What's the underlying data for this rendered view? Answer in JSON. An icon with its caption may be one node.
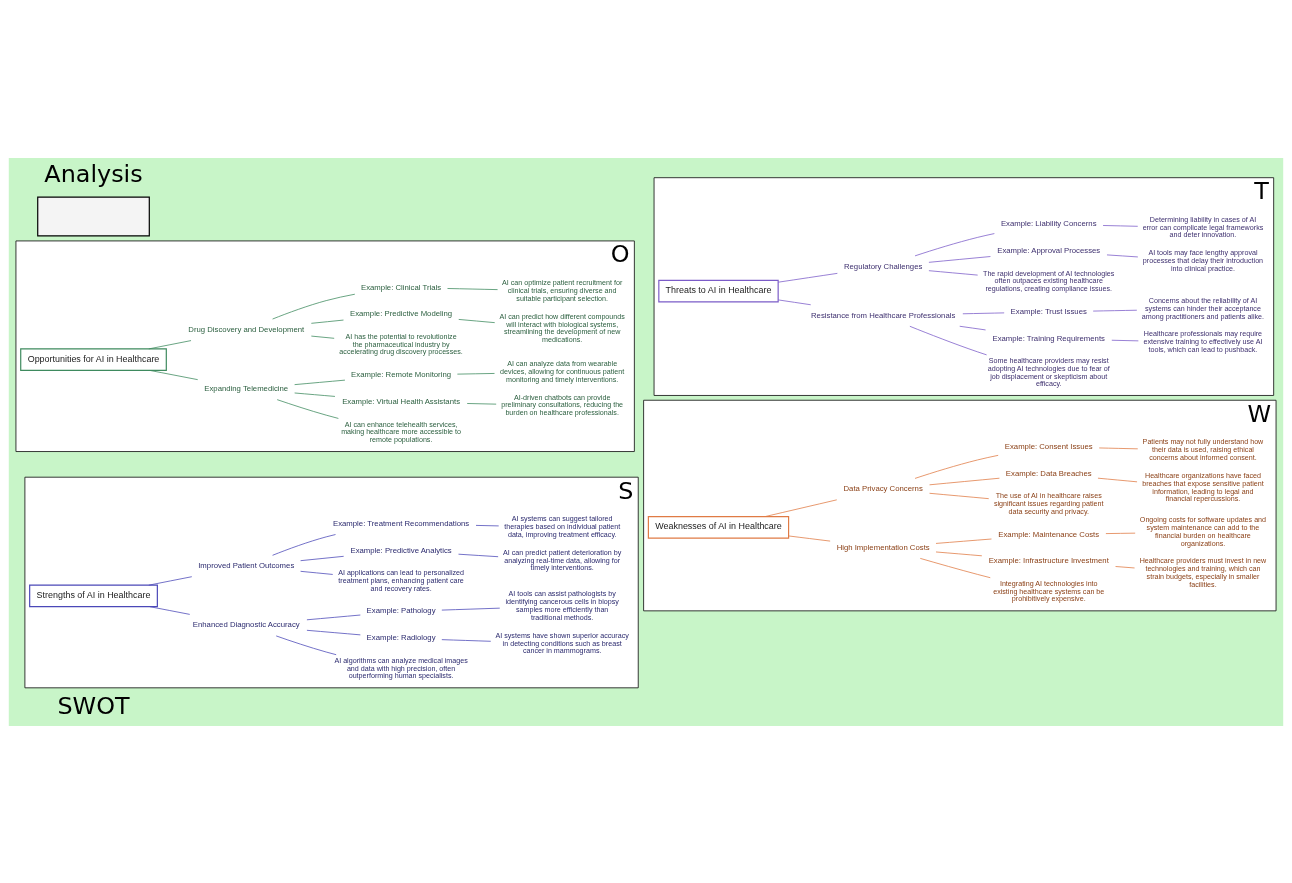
{
  "diagram": {
    "nodes": [
      {
        "text": [
          "S"
        ]
      },
      {
        "text": [
          "Strengths of AI in Healthcare"
        ],
        "in": 0
      },
      {
        "text": [
          "Enhanced Diagnostic Accuracy"
        ],
        "in": 0
      },
      {
        "text": [
          "AI algorithms can analyze medical images and data with high precision, often outperforming human specialists."
        ],
        "in": 0
      },
      {
        "text": [
          "Example: Radiology"
        ],
        "in": 0
      },
      {
        "text": [
          "AI systems have shown superior accuracy in detecting conditions such as breast cancer in mammograms."
        ],
        "in": 0
      },
      {
        "text": [
          "Example: Pathology"
        ],
        "in": 0
      },
      {
        "text": [
          "AI tools can assist pathologists by identifying cancerous cells in biopsy samples more efficiently than traditional methods."
        ],
        "in": 0
      },
      {
        "text": [
          "Improved Patient Outcomes"
        ],
        "in": 0
      },
      {
        "text": [
          "AI applications can lead to personalized treatment plans, enhancing patient care and recovery rates."
        ],
        "in": 0
      },
      {
        "text": [
          "Example: Predictive Analytics"
        ],
        "in": 0
      },
      {
        "text": [
          "AI can predict patient deterioration by analyzing real-time data, allowing for timely interventions."
        ],
        "in": 0
      },
      {
        "text": [
          "Example: Treatment Recommendations"
        ],
        "in": 0
      },
      {
        "text": [
          "AI systems can suggest tailored therapies based on individual patient data, improving treatment efficacy."
        ],
        "in": 0
      },
      {
        "text": [
          "W"
        ]
      },
      {
        "text": [
          "Weaknesses of AI in Healthcare"
        ],
        "in": 14
      },
      {
        "text": [
          "High Implementation Costs"
        ],
        "in": 14
      },
      {
        "text": [
          "Integrating AI technologies into existing healthcare systems can be prohibitively expensive."
        ],
        "in": 14
      },
      {
        "text": [
          "Example: Infrastructure Investment"
        ],
        "in": 14
      },
      {
        "text": [
          "Healthcare providers must invest in new technologies and training, which can strain budgets, especially in smaller facilities."
        ],
        "in": 14
      },
      {
        "text": [
          "Example: Maintenance Costs"
        ],
        "in": 14
      },
      {
        "text": [
          "Ongoing costs for software updates and system maintenance can add to the financial burden on healthcare organizations."
        ],
        "in": 14
      },
      {
        "text": [
          "Data Privacy Concerns"
        ],
        "in": 14
      },
      {
        "text": [
          "The use of AI in healthcare raises significant issues regarding patient data security and privacy."
        ],
        "in": 14
      },
      {
        "text": [
          "Example: Data Breaches"
        ],
        "in": 14
      },
      {
        "text": [
          "Healthcare organizations have faced breaches that expose sensitive patient information, leading to legal and financial repercussions."
        ],
        "in": 14
      },
      {
        "text": [
          "Example: Consent Issues"
        ],
        "in": 14
      },
      {
        "text": [
          "Patients may not fully understand how their data is used, raising ethical concerns about informed consent."
        ],
        "in": 14
      },
      {
        "text": [
          "O"
        ]
      },
      {
        "text": [
          "Opportunities for AI in Healthcare"
        ],
        "in": 28
      },
      {
        "text": [
          "Expanding Telemedicine"
        ],
        "in": 28
      },
      {
        "text": [
          "AI can enhance telehealth services, making healthcare more accessible to remote populations."
        ],
        "in": 28
      },
      {
        "text": [
          "Example: Virtual Health Assistants"
        ],
        "in": 28
      },
      {
        "text": [
          "AI-driven chatbots can provide preliminary consultations, reducing the burden on healthcare professionals."
        ],
        "in": 28
      },
      {
        "text": [
          "Example: Remote Monitoring"
        ],
        "in": 28
      },
      {
        "text": [
          "AI can analyze data from wearable devices, allowing for continuous patient monitoring and timely interventions."
        ],
        "in": 28
      },
      {
        "text": [
          "Drug Discovery and Development"
        ],
        "in": 28
      },
      {
        "text": [
          "AI has the potential to revolutionize the pharmaceutical industry by accelerating drug discovery processes."
        ],
        "in": 28
      },
      {
        "text": [
          "Example: Predictive Modeling"
        ],
        "in": 28
      },
      {
        "text": [
          "AI can predict how different compounds will interact with biological systems, streamlining the development of new medications."
        ],
        "in": 28
      },
      {
        "text": [
          "Example: Clinical Trials"
        ],
        "in": 28
      },
      {
        "text": [
          "AI can optimize patient recruitment for clinical trials, ensuring diverse and suitable participant selection."
        ],
        "in": 28
      },
      {
        "text": [
          "T"
        ]
      },
      {
        "text": [
          "Threats to AI in Healthcare"
        ],
        "in": 42
      },
      {
        "text": [
          "Resistance from Healthcare Professionals"
        ],
        "in": 42
      },
      {
        "text": [
          "Some healthcare providers may resist adopting AI technologies due to fear of job displacement or skepticism about efficacy."
        ],
        "in": 42
      },
      {
        "text": [
          "Example: Training Requirements"
        ],
        "in": 42
      },
      {
        "text": [
          "Healthcare professionals may require extensive training to effectively use AI tools, which can lead to pushback."
        ],
        "in": 42
      },
      {
        "text": [
          "Example: Trust Issues"
        ],
        "in": 42
      },
      {
        "text": [
          "Concerns about the reliability of AI systems can hinder their acceptance among practitioners and patients alike."
        ],
        "in": 42
      },
      {
        "text": [
          "Regulatory Challenges"
        ],
        "in": 42
      },
      {
        "text": [
          "The rapid development of AI technologies often outpaces existing healthcare regulations, creating compliance issues."
        ],
        "in": 42
      },
      {
        "text": [
          "Example: Approval Processes"
        ],
        "in": 42
      },
      {
        "text": [
          "AI tools may face lengthy approval processes that delay their introduction into clinical practice."
        ],
        "in": 42
      },
      {
        "text": [
          "Example: Liability Concerns"
        ],
        "in": 42
      },
      {
        "text": [
          "Determining liability in cases of AI error can complicate legal frameworks and deter innovation."
        ],
        "in": 42
      },
      {
        "text": [],
        "shape": "box"
      }
    ],
    "edges": [
      {
        "from": 1,
        "to": 2,
        "arrow": "none",
        "color": "#4b48b8"
      },
      {
        "from": 1,
        "to": 8,
        "arrow": "none",
        "color": "#4b48b8"
      },
      {
        "from": 2,
        "to": 3,
        "arrow": "none",
        "color": "#4b48b8"
      },
      {
        "from": 2,
        "to": 4,
        "arrow": "none",
        "color": "#4b48b8"
      },
      {
        "from": 2,
        "to": 6,
        "arrow": "none",
        "color": "#4b48b8"
      },
      {
        "from": 4,
        "to": 5,
        "arrow": "none",
        "color": "#4b48b8"
      },
      {
        "from": 6,
        "to": 7,
        "arrow": "none",
        "color": "#4b48b8"
      },
      {
        "from": 8,
        "to": 9,
        "arrow": "none",
        "color": "#4b48b8"
      },
      {
        "from": 8,
        "to": 10,
        "arrow": "none",
        "color": "#4b48b8"
      },
      {
        "from": 8,
        "to": 12,
        "arrow": "none",
        "color": "#4b48b8"
      },
      {
        "from": 10,
        "to": 11,
        "arrow": "none",
        "color": "#4b48b8"
      },
      {
        "from": 12,
        "to": 13,
        "arrow": "none",
        "color": "#4b48b8"
      },
      {
        "from": 15,
        "to": 16,
        "arrow": "none",
        "color": "#e07b45"
      },
      {
        "from": 15,
        "to": 22,
        "arrow": "none",
        "color": "#e07b45"
      },
      {
        "from": 16,
        "to": 17,
        "arrow": "none",
        "color": "#e07b45"
      },
      {
        "from": 16,
        "to": 18,
        "arrow": "none",
        "color": "#e07b45"
      },
      {
        "from": 16,
        "to": 20,
        "arrow": "none",
        "color": "#e07b45"
      },
      {
        "from": 18,
        "to": 19,
        "arrow": "none",
        "color": "#e07b45"
      },
      {
        "from": 20,
        "to": 21,
        "arrow": "none",
        "color": "#e07b45"
      },
      {
        "from": 22,
        "to": 23,
        "arrow": "none",
        "color": "#e07b45"
      },
      {
        "from": 22,
        "to": 24,
        "arrow": "none",
        "color": "#e07b45"
      },
      {
        "from": 22,
        "to": 26,
        "arrow": "none",
        "color": "#e07b45"
      },
      {
        "from": 24,
        "to": 25,
        "arrow": "none",
        "color": "#e07b45"
      },
      {
        "from": 26,
        "to": 27,
        "arrow": "none",
        "color": "#e07b45"
      },
      {
        "from": 29,
        "to": 30,
        "arrow": "none",
        "color": "#3e8a5e"
      },
      {
        "from": 29,
        "to": 36,
        "arrow": "none",
        "color": "#3e8a5e"
      },
      {
        "from": 30,
        "to": 31,
        "arrow": "none",
        "color": "#3e8a5e"
      },
      {
        "from": 30,
        "to": 32,
        "arrow": "none",
        "color": "#3e8a5e"
      },
      {
        "from": 30,
        "to": 34,
        "arrow": "none",
        "color": "#3e8a5e"
      },
      {
        "from": 32,
        "to": 33,
        "arrow": "none",
        "color": "#3e8a5e"
      },
      {
        "from": 34,
        "to": 35,
        "arrow": "none",
        "color": "#3e8a5e"
      },
      {
        "from": 36,
        "to": 37,
        "arrow": "none",
        "color": "#3e8a5e"
      },
      {
        "from": 36,
        "to": 38,
        "arrow": "none",
        "color": "#3e8a5e"
      },
      {
        "from": 36,
        "to": 40,
        "arrow": "none",
        "color": "#3e8a5e"
      },
      {
        "from": 38,
        "to": 39,
        "arrow": "none",
        "color": "#3e8a5e"
      },
      {
        "from": 40,
        "to": 41,
        "arrow": "none",
        "color": "#3e8a5e"
      },
      {
        "from": 43,
        "to": 44,
        "arrow": "none",
        "color": "#7b5cc8"
      },
      {
        "from": 43,
        "to": 50,
        "arrow": "none",
        "color": "#7b5cc8"
      },
      {
        "from": 44,
        "to": 45,
        "arrow": "none",
        "color": "#7b5cc8"
      },
      {
        "from": 44,
        "to": 46,
        "arrow": "none",
        "color": "#7b5cc8"
      },
      {
        "from": 44,
        "to": 48,
        "arrow": "none",
        "color": "#7b5cc8"
      },
      {
        "from": 46,
        "to": 47,
        "arrow": "none",
        "color": "#7b5cc8"
      },
      {
        "from": 48,
        "to": 49,
        "arrow": "none",
        "color": "#7b5cc8"
      },
      {
        "from": 50,
        "to": 51,
        "arrow": "none",
        "color": "#7b5cc8"
      },
      {
        "from": 50,
        "to": 52,
        "arrow": "none",
        "color": "#7b5cc8"
      },
      {
        "from": 50,
        "to": 54,
        "arrow": "none",
        "color": "#7b5cc8"
      },
      {
        "from": 52,
        "to": 53,
        "arrow": "none",
        "color": "#7b5cc8"
      },
      {
        "from": 54,
        "to": 55,
        "arrow": "none",
        "color": "#7b5cc8"
      }
    ],
    "labels": [
      "SWOT",
      "Analysis"
    ]
  }
}
